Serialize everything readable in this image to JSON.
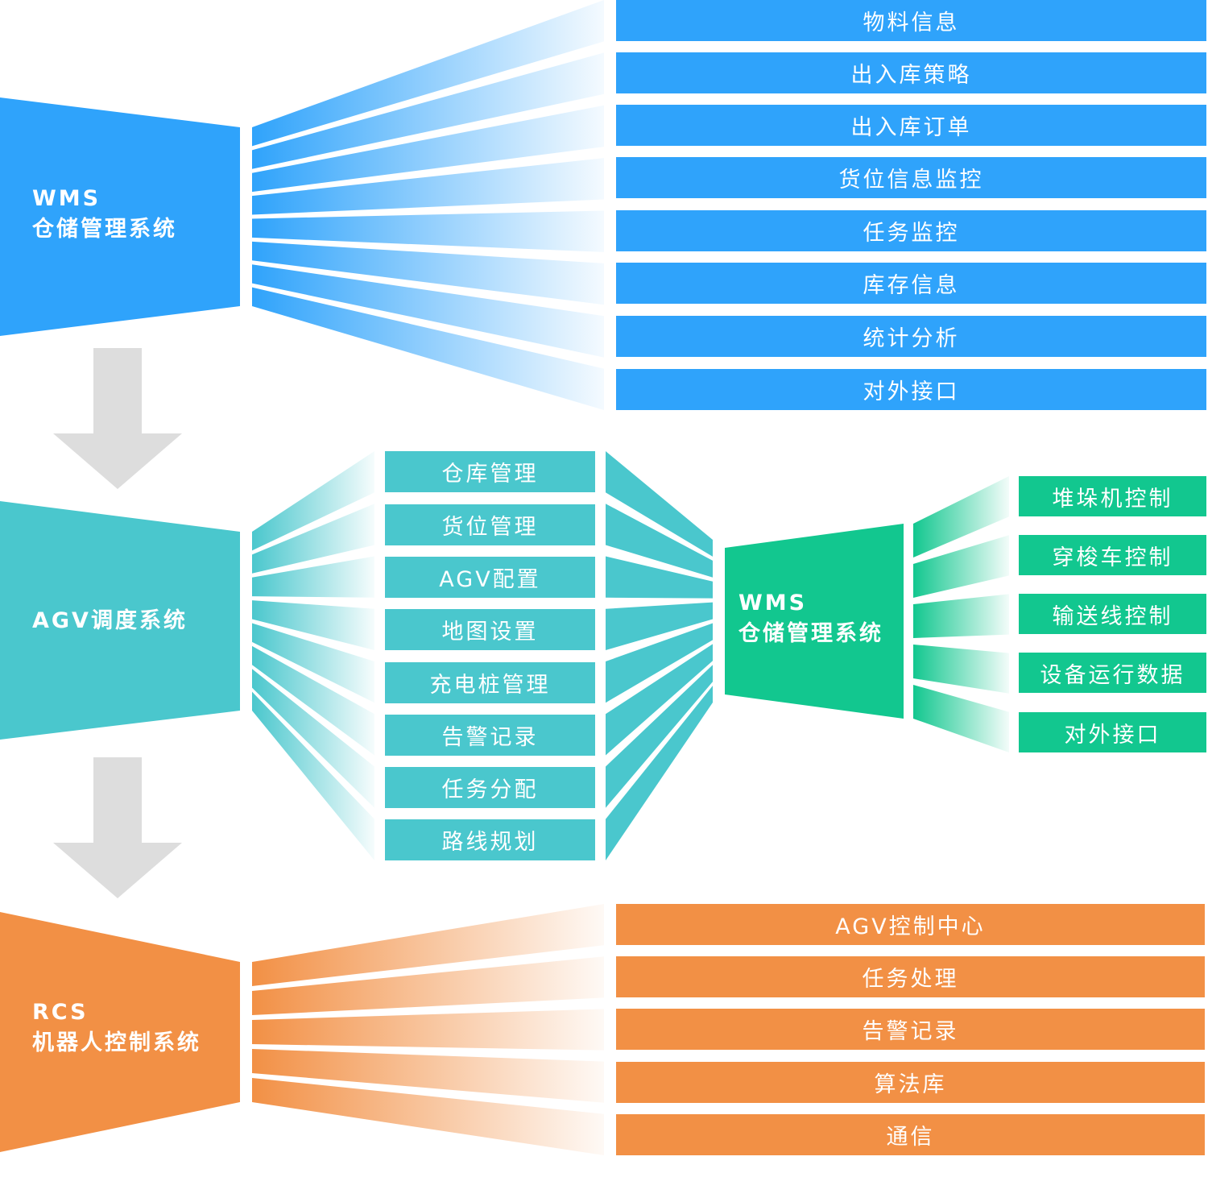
{
  "wms_top": {
    "label_line1": "WMS",
    "label_line2": "仓储管理系统",
    "color": "#2fa3fb",
    "items": [
      "物料信息",
      "出入库策略",
      "出入库订单",
      "货位信息监控",
      "任务监控",
      "库存信息",
      "统计分析",
      "对外接口"
    ]
  },
  "agv": {
    "label": "AGV调度系统",
    "color": "#4ac7cd",
    "items": [
      "仓库管理",
      "货位管理",
      "AGV配置",
      "地图设置",
      "充电桩管理",
      "告警记录",
      "任务分配",
      "路线规划"
    ]
  },
  "wms_sub": {
    "label_line1": "WMS",
    "label_line2": "仓储管理系统",
    "color": "#12c78f",
    "items": [
      "堆垛机控制",
      "穿梭车控制",
      "输送线控制",
      "设备运行数据",
      "对外接口"
    ]
  },
  "rcs": {
    "label_line1": "RCS",
    "label_line2": "机器人控制系统",
    "color": "#f29045",
    "items": [
      "AGV控制中心",
      "任务处理",
      "告警记录",
      "算法库",
      "通信"
    ]
  },
  "arrow_color": "#dddddd"
}
